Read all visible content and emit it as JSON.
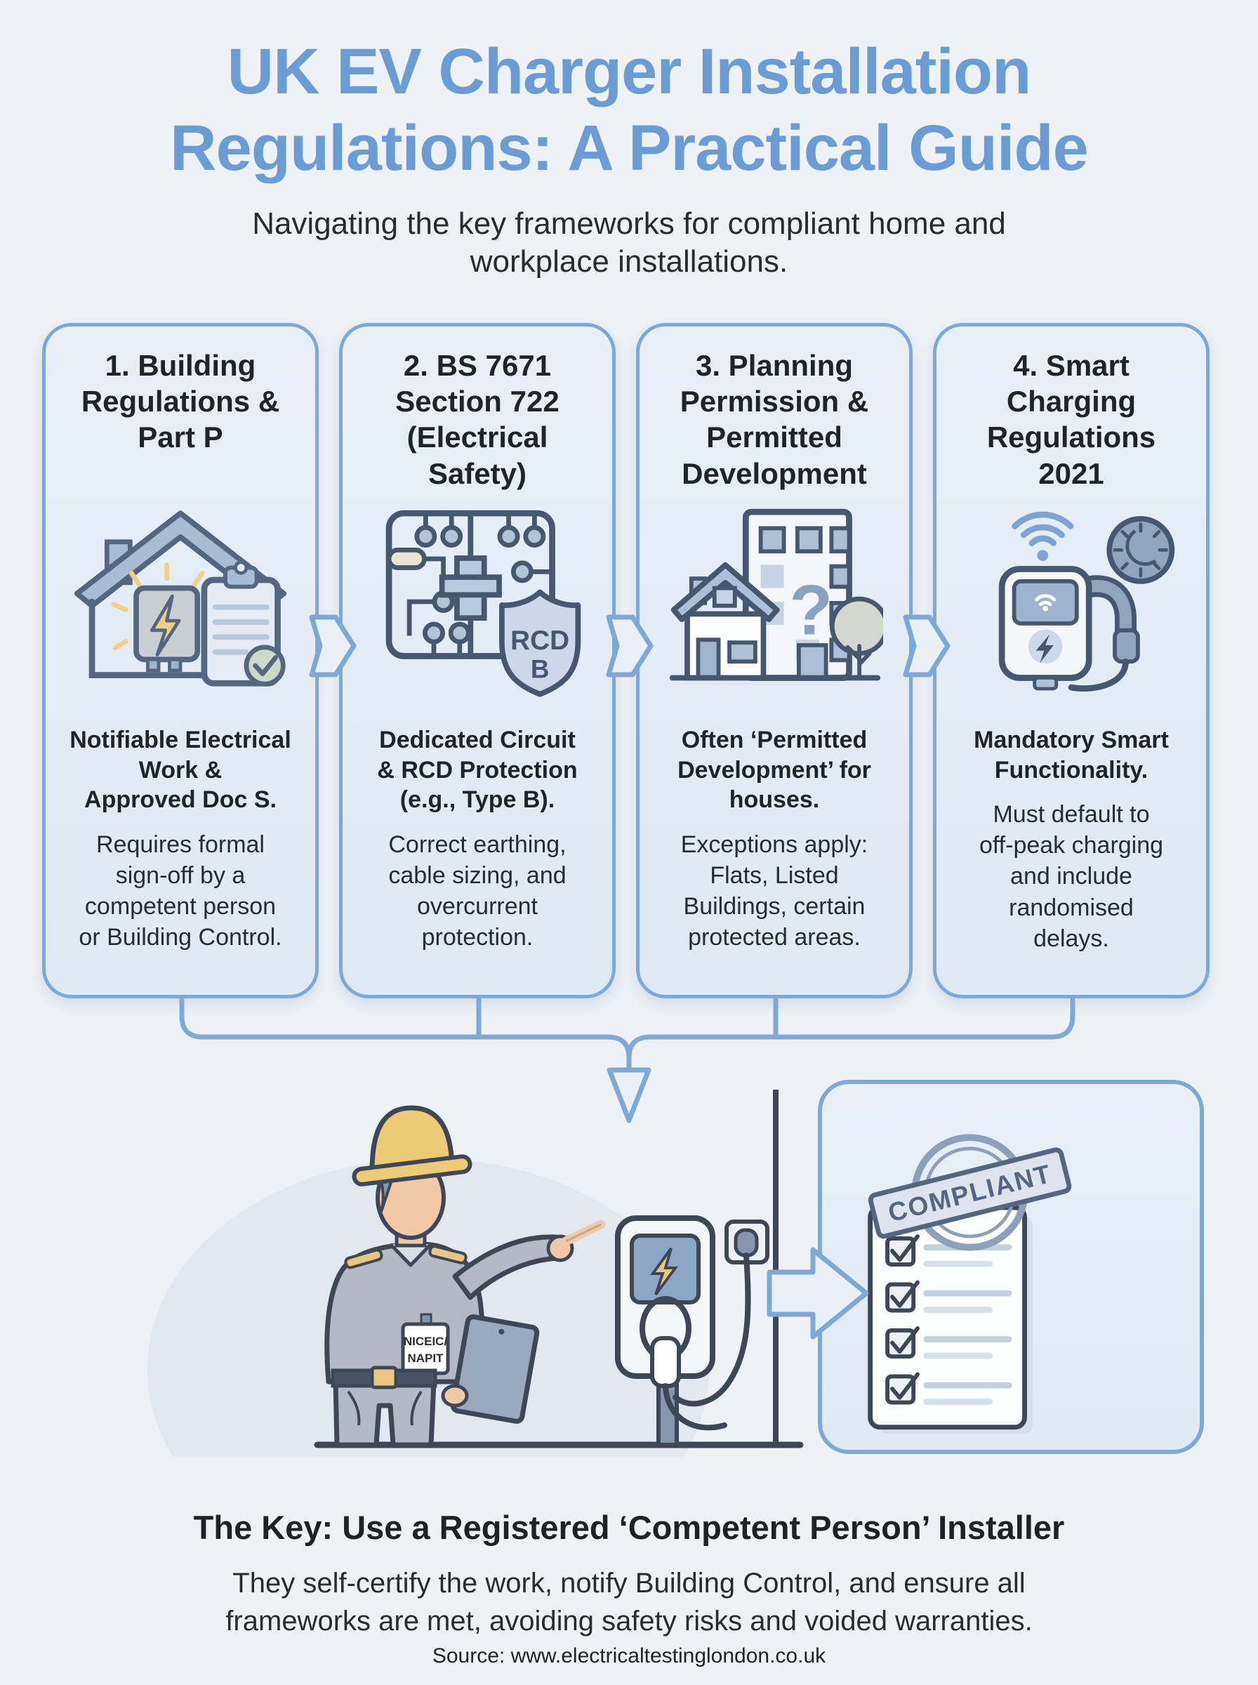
{
  "header": {
    "title": "UK EV Charger Installation\nRegulations: A Practical Guide",
    "subtitle": "Navigating the key frameworks for compliant home and\nworkplace installations."
  },
  "cards": [
    {
      "title": "1. Building\nRegulations &\nPart P",
      "icon": "house-partp-icon",
      "highlight": "Notifiable Electrical\nWork &\nApproved Doc S.",
      "body": "Requires formal\nsign-off by a\ncompetent person\nor Building Control."
    },
    {
      "title": "2. BS 7671\nSection 722\n(Electrical\nSafety)",
      "icon": "circuit-rcd-icon",
      "highlight": "Dedicated Circuit\n& RCD Protection\n(e.g., Type B).",
      "body": "Correct earthing,\ncable sizing, and\novercurrent\nprotection."
    },
    {
      "title": "3. Planning\nPermission &\nPermitted\nDevelopment",
      "icon": "planning-icon",
      "highlight": "Often ‘Permitted\nDevelopment’ for\nhouses.",
      "body": "Exceptions apply:\nFlats, Listed\nBuildings, certain\nprotected areas."
    },
    {
      "title": "4. Smart\nCharging\nRegulations\n2021",
      "icon": "smart-charging-icon",
      "highlight": "Mandatory Smart\nFunctionality.",
      "body": "Must default to\noff-peak charging\nand include\nrandomised\ndelays."
    }
  ],
  "icon_labels": {
    "rcd_line1": "RCD",
    "rcd_line2": "B"
  },
  "illustration": {
    "badge_line1": "NICEIC/",
    "badge_line2": "NAPIT",
    "stamp": "COMPLIANT"
  },
  "footer": {
    "key_title": "The Key: Use a Registered ‘Competent Person’ Installer",
    "key_body": "They self-certify the work, notify Building Control, and ensure all\nframeworks are met, avoiding safety risks and voided warranties.",
    "source": "Source: www.electricaltestinglondon.co.uk"
  },
  "colors": {
    "accent_blue": "#7ea8d6",
    "title_blue": "#6a9cd6",
    "text_dark": "#23282f",
    "card_bg": "#e4ecf5",
    "outline_dark": "#3d4756",
    "icon_dark": "#47586e",
    "yellow": "#edd07f"
  }
}
